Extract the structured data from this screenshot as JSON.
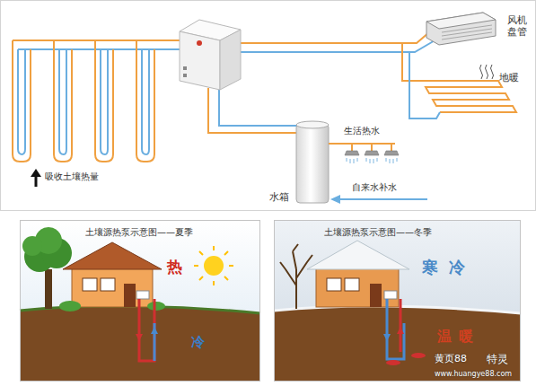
{
  "diagram": {
    "nodes": [
      {
        "text": [
          "风机 盘管"
        ]
      },
      {
        "text": [
          "地暖"
        ]
      },
      {
        "text": [
          "水箱"
        ]
      },
      {
        "text": [
          "土壤源热泵示意图——夏季"
        ]
      },
      {
        "text": [
          "土壤源热泵示意图——冬季"
        ]
      }
    ],
    "labels": [
      "吸收土壤热量",
      "生活热水",
      "自来水补水",
      "热",
      "冷",
      "寒冷",
      "温暖",
      "黄页88",
      "特灵",
      "www.huangye88.com"
    ]
  }
}
